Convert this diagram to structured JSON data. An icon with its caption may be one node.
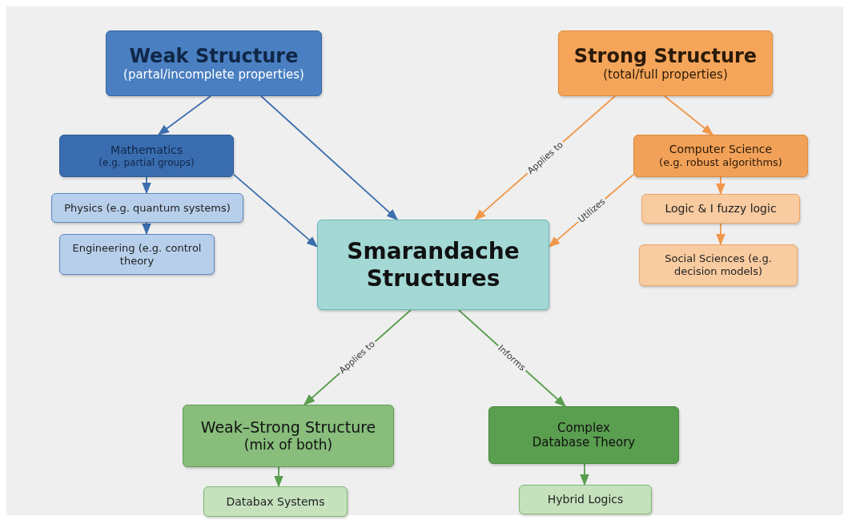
{
  "diagram": {
    "nodes": [
      {
        "text": [
          "Weak Structure",
          "(partal/incomplete properties)"
        ]
      },
      {
        "text": [
          "Strong Structure",
          "(total/full properties)"
        ]
      },
      {
        "text": [
          "Mathematics",
          "(e.g. partial groups)"
        ]
      },
      {
        "text": [
          "Physics (e.g. quantum systems)"
        ]
      },
      {
        "text": [
          "Engineering (e.g. control theory"
        ]
      },
      {
        "text": [
          "Computer Science",
          "(e.g. robust algorithms)"
        ]
      },
      {
        "text": [
          "Logic & I fuzzy logic"
        ]
      },
      {
        "text": [
          "Social Sciences (e.g. decision models)"
        ]
      },
      {
        "text": [
          "Smarandache Structures"
        ]
      },
      {
        "text": [
          "Weak–Strong Structure",
          "(mix of both)"
        ]
      },
      {
        "text": [
          "Databax Systems"
        ]
      },
      {
        "text": [
          "Complex Database Theory"
        ]
      },
      {
        "text": [
          "Hybrid Logics"
        ]
      }
    ],
    "edges": [
      {
        "from": 0,
        "to": 2,
        "arrow": "to",
        "color": "#3d6fae"
      },
      {
        "from": 0,
        "to": 8,
        "arrow": "to",
        "color": "#3d6fae"
      },
      {
        "from": 2,
        "to": 3,
        "arrow": "to",
        "color": "#3d6fae"
      },
      {
        "from": 3,
        "to": 4,
        "arrow": "to",
        "color": "#3d6fae"
      },
      {
        "from": 2,
        "to": 8,
        "arrow": "to",
        "color": "#3d6fae"
      },
      {
        "from": 1,
        "to": 8,
        "arrow": "to",
        "label": "Applies to",
        "color": "#f0974a"
      },
      {
        "from": 1,
        "to": 5,
        "arrow": "to",
        "color": "#f0974a"
      },
      {
        "from": 5,
        "to": 6,
        "arrow": "to",
        "color": "#f0974a"
      },
      {
        "from": 6,
        "to": 7,
        "arrow": "to",
        "color": "#f0974a"
      },
      {
        "from": 5,
        "to": 8,
        "arrow": "to",
        "label": "Utilizes",
        "color": "#f0974a"
      },
      {
        "from": 8,
        "to": 9,
        "arrow": "to",
        "label": "Applies to",
        "color": "#5a9e4f"
      },
      {
        "from": 8,
        "to": 11,
        "arrow": "to",
        "label": "Informs",
        "color": "#5a9e4f"
      },
      {
        "from": 9,
        "to": 10,
        "arrow": "to",
        "color": "#5a9e4f"
      },
      {
        "from": 11,
        "to": 12,
        "arrow": "to",
        "color": "#5a9e4f"
      }
    ]
  }
}
